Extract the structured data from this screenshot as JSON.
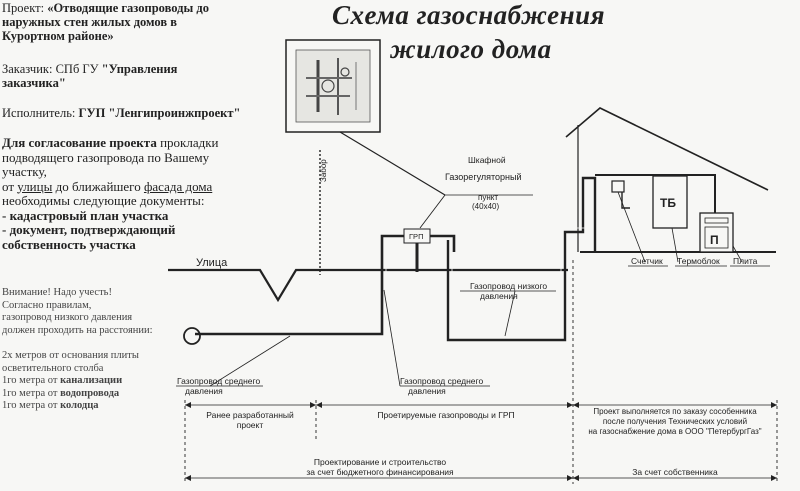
{
  "title": {
    "line1": "Схема газоснабжения",
    "line2": "жилого  дома"
  },
  "project": {
    "label": "Проект:",
    "value_line1": "«Отводящие газопроводы до",
    "value_line2": "наружных стен жилых домов в",
    "value_line3": "Курортном районе»"
  },
  "customer": {
    "label": "Заказчик: СПб ГУ",
    "value_line1": "\"Управления",
    "value_line2": "заказчика\""
  },
  "contractor": {
    "label": "Исполнитель:",
    "value": "ГУП \"Ленгипроинжпроект\""
  },
  "approval": {
    "line1_bold": "Для согласование проекта",
    "line1_rest": "прокладки",
    "line2": "подводящего газопровода по Вашему",
    "line3": "участку,",
    "line4_a": "от",
    "line4_b": "улицы",
    "line4_c": "до ближайшего",
    "line4_d": "фасада дома",
    "line5": "необходимы следующие документы:",
    "line6": "- кадастровый план участка",
    "line7": "- документ, подтверждающий",
    "line8": "собственность участка"
  },
  "notice": {
    "line1": "Внимание! Надо учесть!",
    "line2": "Согласно правилам,",
    "line3": "газопровод низкого давления",
    "line4": "должен проходить на расстоянии:",
    "line5": "2х метров от основания плиты",
    "line6": "осветительного столба",
    "line7_a": "1го метра от",
    "line7_b": "канализации",
    "line8_a": "1го метра от",
    "line8_b": "водопровода",
    "line9_a": "1го метра от",
    "line9_b": "колодца"
  },
  "diagram": {
    "street": "Улица",
    "fence": "Забор",
    "cabinet_line1": "Шкафной",
    "cabinet_line2": "Газорегуляторный",
    "cabinet_line3": "пункт",
    "cabinet_line4": "(40x40)",
    "grp": "ГРП",
    "low_pressure_line1": "Газопровод низкого",
    "low_pressure_line2": "давления",
    "medium_left_line1": "Газопровод среднего",
    "medium_left_line2": "давления",
    "medium_right_line1": "Газопровод среднего",
    "medium_right_line2": "давления",
    "meter": "Счетчик",
    "tb": "ТБ",
    "thermoblock": "Термоблок",
    "stove": "Плита",
    "stove_letter": "П"
  },
  "stages": {
    "previous_line1": "Ранее разработанный",
    "previous_line2": "проект",
    "designed": "Проетируемые газопроводы и ГРП",
    "owner_line1": "Проект выполняется по заказу сособенника",
    "owner_line2": "после получения Технических условий",
    "owner_line3": "на газоснабжение дома в ООО \"ПетербургГаз\"",
    "budget_line1": "Проектирование и строительство",
    "budget_line2": "за счет бюджетного финансирования",
    "owner_funds": "За счет собственника"
  },
  "colors": {
    "line": "#222222",
    "paper": "#f7f7f5"
  }
}
